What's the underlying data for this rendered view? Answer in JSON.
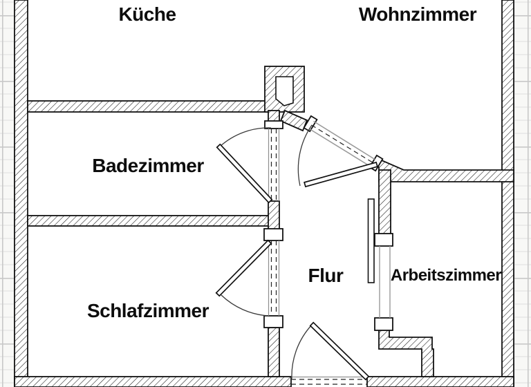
{
  "floorplan": {
    "rooms": [
      {
        "id": "kueche",
        "label": "Küche"
      },
      {
        "id": "wohnzimmer",
        "label": "Wohnzimmer"
      },
      {
        "id": "badezimmer",
        "label": "Badezimmer"
      },
      {
        "id": "schlafzimmer",
        "label": "Schlafzimmer"
      },
      {
        "id": "flur",
        "label": "Flur"
      },
      {
        "id": "arbeitszimmer",
        "label": "Arbeitszimmer"
      }
    ],
    "colors": {
      "paper": "#f8f8f6",
      "grid_minor": "#dedede",
      "grid_major": "#c8c8c8",
      "floor": "#ffffff",
      "wall_line": "#111111",
      "door_line": "#3a3a3a",
      "threshold_line": "#8f8f8f",
      "label_text": "#0d0d0d"
    }
  }
}
